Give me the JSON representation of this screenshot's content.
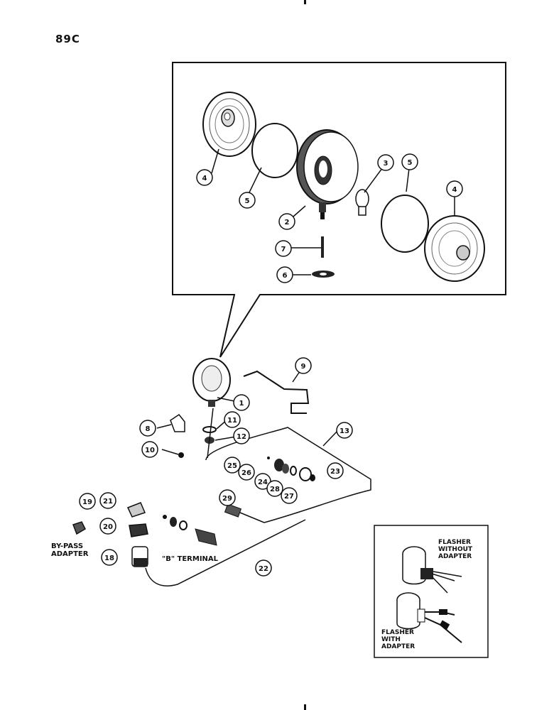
{
  "page": {
    "code": "89C"
  },
  "callouts": [
    "1",
    "2",
    "3",
    "4",
    "5",
    "6",
    "7",
    "8",
    "9",
    "10",
    "11",
    "12",
    "13",
    "18",
    "19",
    "20",
    "21",
    "22",
    "23",
    "24",
    "25",
    "26",
    "27",
    "28",
    "29"
  ],
  "labels": {
    "bypass_line1": "BY-PASS",
    "bypass_line2": "ADAPTER",
    "b_terminal": "\"B\" TERMINAL",
    "flasher_without_1": "FLASHER",
    "flasher_without_2": "WITHOUT",
    "flasher_without_3": "ADAPTER",
    "flasher_with_1": "FLASHER",
    "flasher_with_2": "WITH",
    "flasher_with_3": "ADAPTER"
  }
}
